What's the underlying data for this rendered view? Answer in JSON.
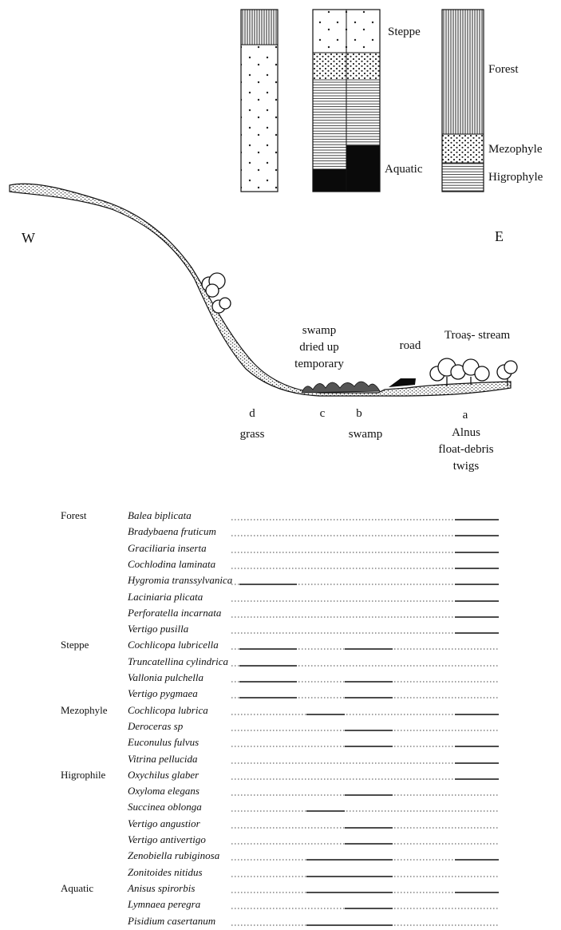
{
  "columns": {
    "steppe": "Steppe",
    "aquatic": "Aquatic",
    "forest": "Forest",
    "mezophyle": "Mezophyle",
    "higrophyle": "Higrophyle"
  },
  "profile": {
    "west": "W",
    "east": "E",
    "swamp_note": [
      "swamp",
      "dried up",
      "temporary"
    ],
    "road": "road",
    "stream": "Troaș- stream",
    "sites": [
      {
        "letter": "d",
        "desc": [
          "grass"
        ]
      },
      {
        "letter": "c",
        "desc": []
      },
      {
        "letter": "b",
        "desc": [
          "swamp"
        ]
      },
      {
        "letter": "a",
        "desc": [
          "Alnus",
          "float-debris",
          "twigs"
        ]
      }
    ]
  },
  "species_table": {
    "rows": [
      {
        "group": "Forest",
        "species": "Balea biplicata",
        "presence": "a"
      },
      {
        "group": "",
        "species": "Bradybaena fruticum",
        "presence": "a"
      },
      {
        "group": "",
        "species": "Graciliaria inserta",
        "presence": "a"
      },
      {
        "group": "",
        "species": "Cochlodina laminata",
        "presence": "a"
      },
      {
        "group": "",
        "species": "Hygromia transsylvanica",
        "presence": "d a"
      },
      {
        "group": "",
        "species": "Laciniaria plicata",
        "presence": "a"
      },
      {
        "group": "",
        "species": "Perforatella incarnata",
        "presence": "a"
      },
      {
        "group": "",
        "species": "Vertigo pusilla",
        "presence": "a"
      },
      {
        "group": "Steppe",
        "species": "Cochlicopa lubricella",
        "presence": "d b"
      },
      {
        "group": "",
        "species": "Truncatellina cylindrica",
        "presence": "d"
      },
      {
        "group": "",
        "species": "Vallonia pulchella",
        "presence": "d b"
      },
      {
        "group": "",
        "species": "Vertigo pygmaea",
        "presence": "d b"
      },
      {
        "group": "Mezophyle",
        "species": "Cochlicopa lubrica",
        "presence": "c a"
      },
      {
        "group": "",
        "species": "Deroceras sp",
        "presence": "b"
      },
      {
        "group": "",
        "species": "Euconulus fulvus",
        "presence": "b a"
      },
      {
        "group": "",
        "species": "Vitrina pellucida",
        "presence": "a"
      },
      {
        "group": "Higrophile",
        "species": "Oxychilus glaber",
        "presence": "a"
      },
      {
        "group": "",
        "species": "Oxyloma elegans",
        "presence": "b"
      },
      {
        "group": "",
        "species": "Succinea oblonga",
        "presence": "c"
      },
      {
        "group": "",
        "species": "Vertigo angustior",
        "presence": "b"
      },
      {
        "group": "",
        "species": "Vertigo antivertigo",
        "presence": "b"
      },
      {
        "group": "",
        "species": "Zenobiella rubiginosa",
        "presence": "c b a"
      },
      {
        "group": "",
        "species": "Zonitoides nitidus",
        "presence": "c b"
      },
      {
        "group": "Aquatic",
        "species": "Anisus spirorbis",
        "presence": "c b a"
      },
      {
        "group": "",
        "species": "Lymnaea peregra",
        "presence": "b"
      },
      {
        "group": "",
        "species": "Pisidium casertanum",
        "presence": "c b"
      }
    ]
  }
}
